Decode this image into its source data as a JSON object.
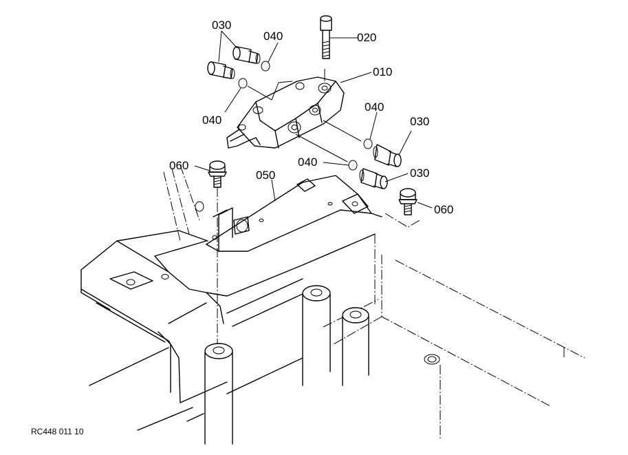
{
  "labels": {
    "p010": "010",
    "p020": "020",
    "p030_top": "030",
    "p030_right_upper": "030",
    "p030_right_lower": "030",
    "p040_top": "040",
    "p040_left": "040",
    "p040_right_upper": "040",
    "p040_right_lower": "040",
    "p050": "050",
    "p060_left": "060",
    "p060_right": "060"
  },
  "drawing_code": "RC448 011 10"
}
